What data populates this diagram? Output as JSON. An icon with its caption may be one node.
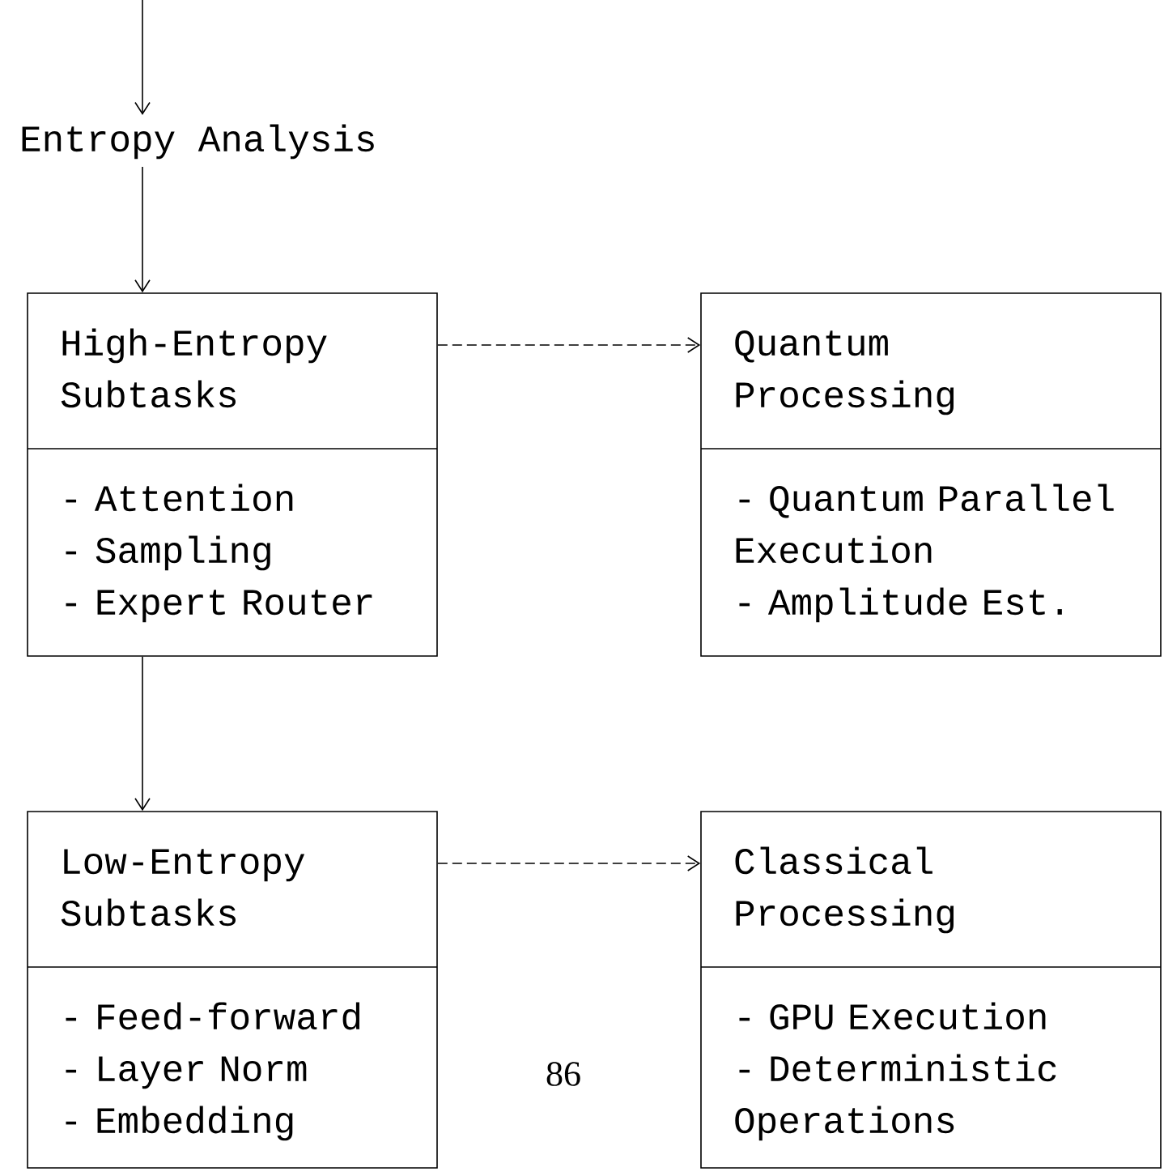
{
  "diagram": {
    "nodes": [
      {
        "text": [
          "Entropy Analysis"
        ]
      },
      {
        "text": [
          "High-Entropy Subtasks",
          "- Attention",
          "- Sampling",
          "- Expert Router"
        ]
      },
      {
        "text": [
          "Quantum Processing",
          "- Quantum Parallel Execution",
          "- Amplitude Est."
        ]
      },
      {
        "text": [
          "Low-Entropy Subtasks",
          "- Feed-forward",
          "- Layer Norm",
          "- Embedding"
        ]
      },
      {
        "text": [
          "Classical Processing",
          "- GPU Execution",
          "- Deterministic Operations"
        ]
      }
    ],
    "edges": [
      {
        "from": null,
        "to": 0,
        "arrow": "to"
      },
      {
        "from": 0,
        "to": 1,
        "arrow": "to"
      },
      {
        "from": 1,
        "to": 2,
        "arrow": "to",
        "style": "dashed"
      },
      {
        "from": 1,
        "to": 3,
        "arrow": "to"
      },
      {
        "from": 3,
        "to": 4,
        "arrow": "to",
        "style": "dashed"
      }
    ],
    "labels": [
      "86"
    ]
  }
}
